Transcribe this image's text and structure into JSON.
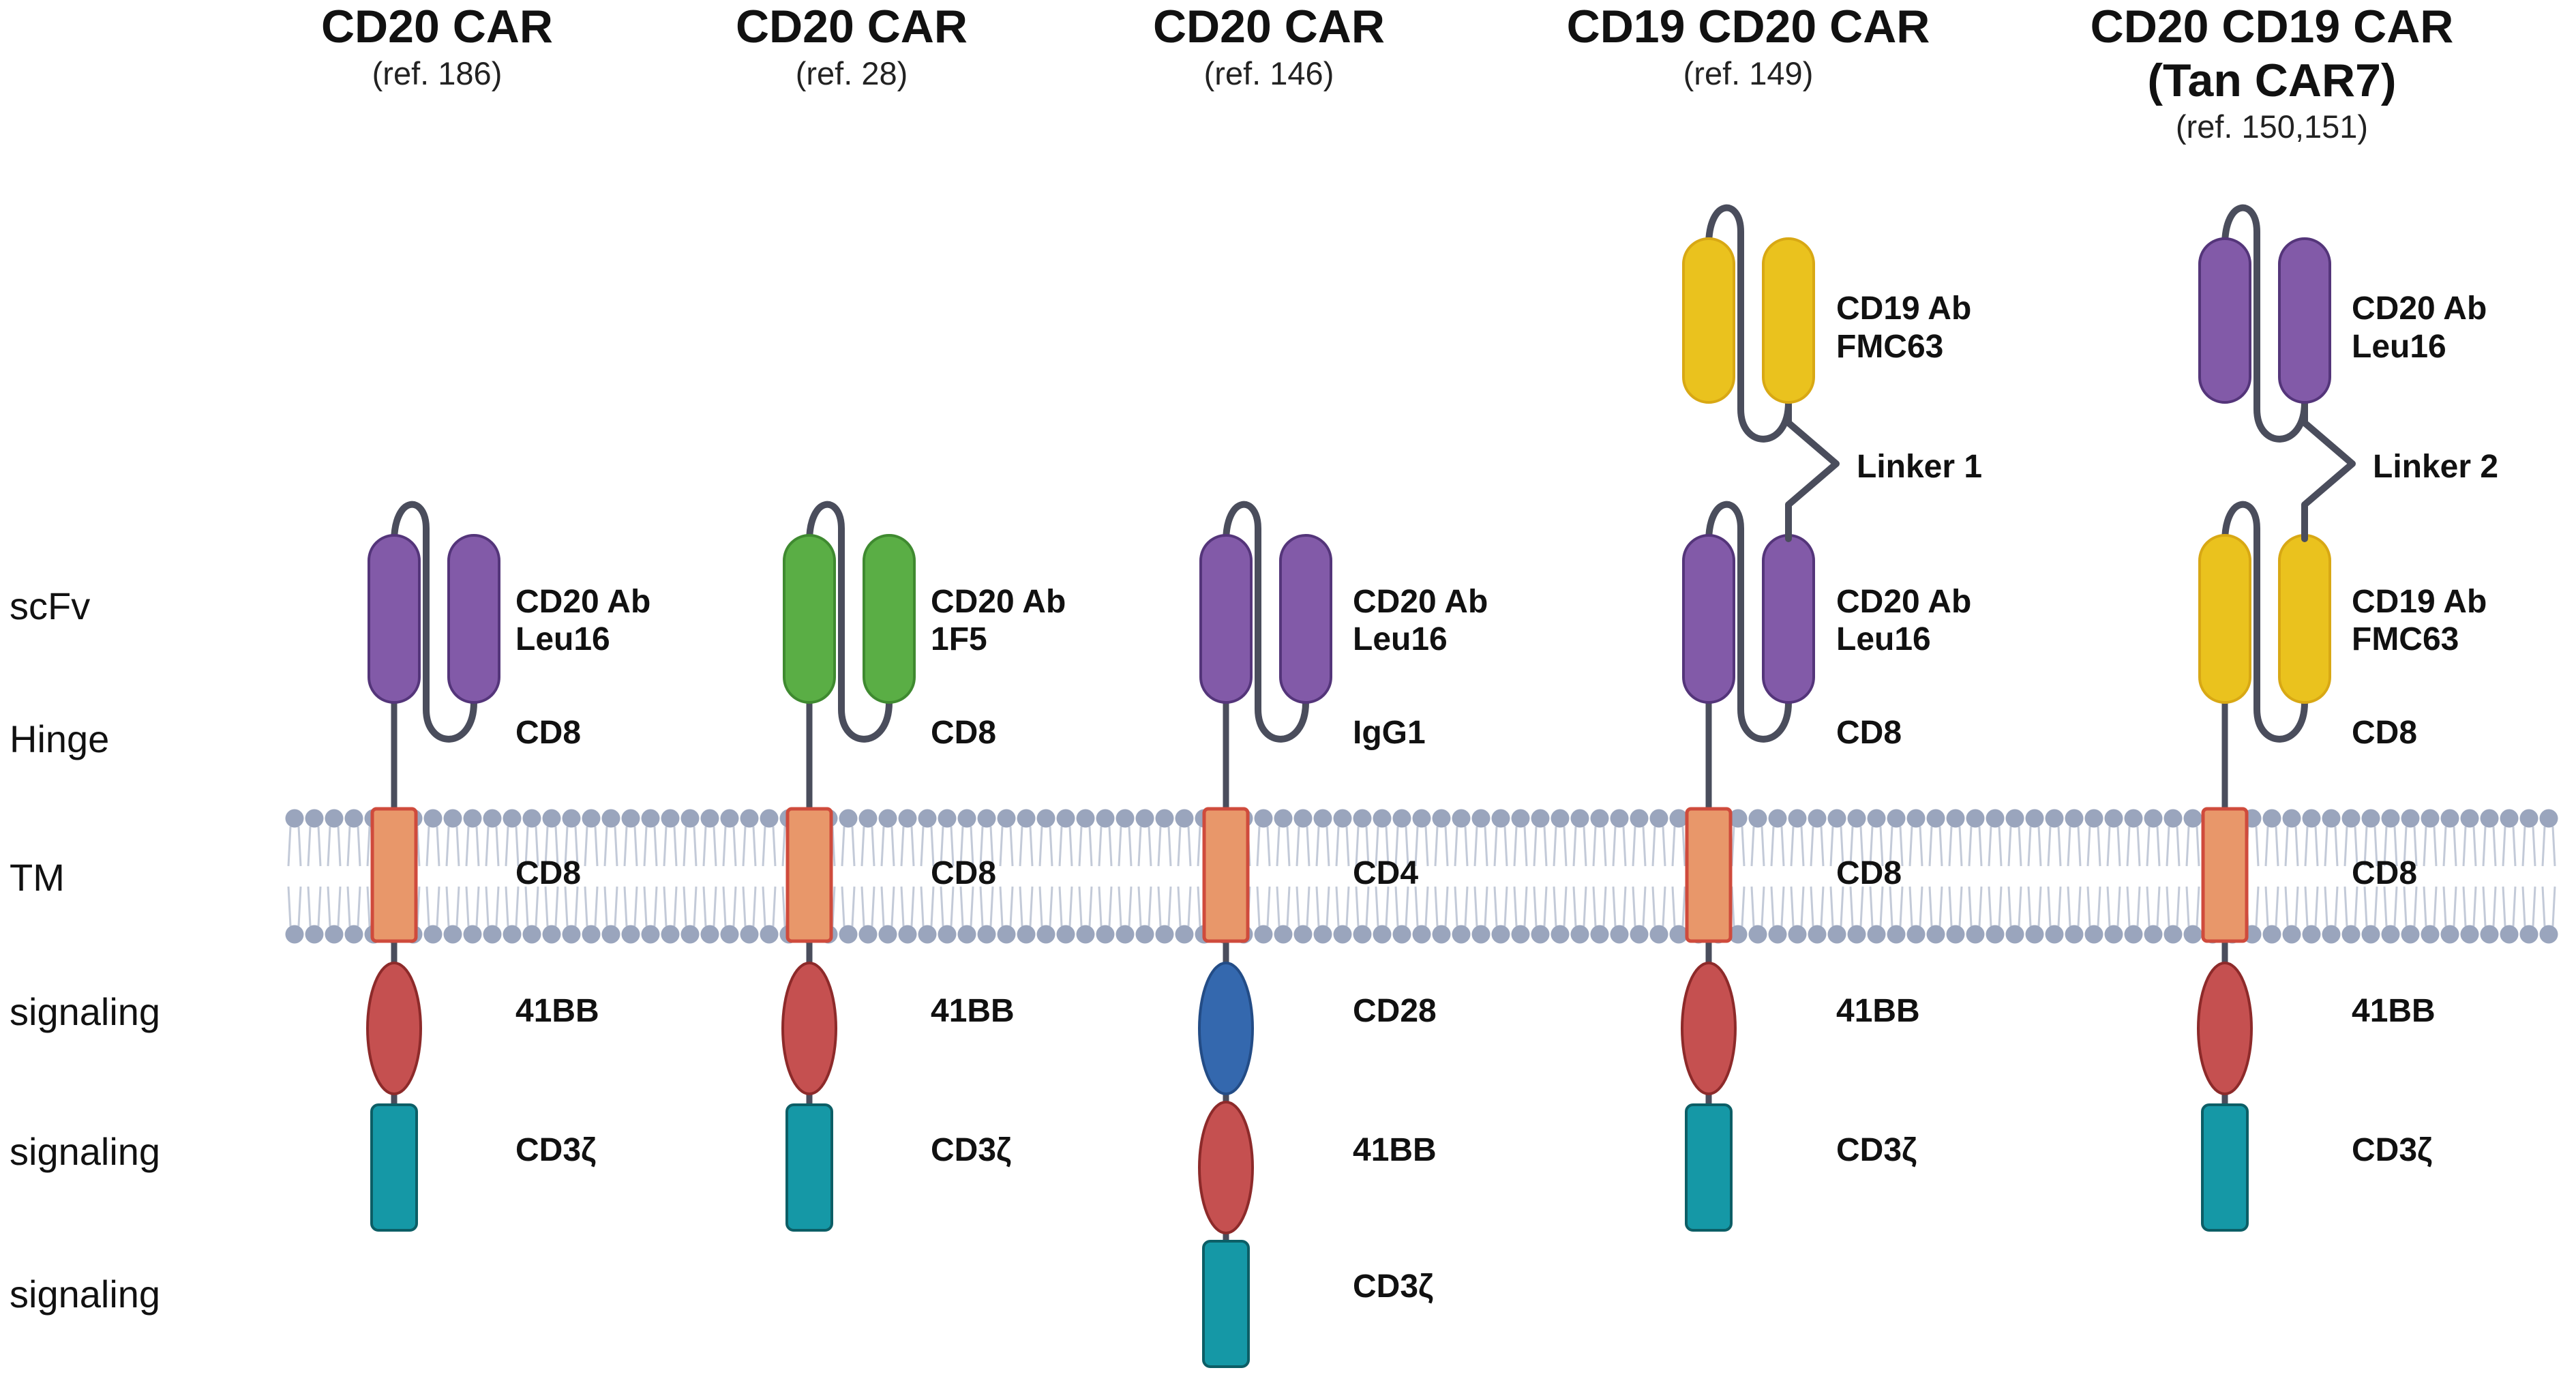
{
  "row_labels": {
    "scfv": "scFv",
    "hinge": "Hinge",
    "tm": "TM",
    "signaling_1": "signaling",
    "signaling_2": "signaling",
    "signaling_3": "signaling"
  },
  "colors": {
    "stalk": "#4a4d5c",
    "membrane": "#9aa5bd",
    "purple": "#825aa8",
    "purple_edge": "#54357a",
    "green": "#5aae45",
    "green_edge": "#3f8a30",
    "yellow": "#eac21e",
    "yellow_edge": "#d8a814",
    "tm_orange": "#e8976a",
    "tm_edge": "#cf4b3c",
    "bb41_red": "#c55050",
    "bb41_edge": "#8d2a2a",
    "cd28_blue": "#3468ae",
    "cd28_edge": "#234c86",
    "cd3z_teal": "#1598a6",
    "cd3z_edge": "#0c5e66"
  },
  "constructs": [
    {
      "title": "CD20 CAR",
      "ref": "(ref. 186)",
      "scfv_color": "purple",
      "scfv_label_1": "CD20 Ab",
      "scfv_label_2": "Leu16",
      "hinge": "CD8",
      "tm": "CD8",
      "signaling": [
        {
          "label": "41BB",
          "shape": "ellipse",
          "color": "bb41_red"
        },
        {
          "label": "CD3ζ",
          "shape": "rect",
          "color": "cd3z_teal"
        }
      ]
    },
    {
      "title": "CD20 CAR",
      "ref": "(ref. 28)",
      "scfv_color": "green",
      "scfv_label_1": "CD20 Ab",
      "scfv_label_2": "1F5",
      "hinge": "CD8",
      "tm": "CD8",
      "signaling": [
        {
          "label": "41BB",
          "shape": "ellipse",
          "color": "bb41_red"
        },
        {
          "label": "CD3ζ",
          "shape": "rect",
          "color": "cd3z_teal"
        }
      ]
    },
    {
      "title": "CD20 CAR",
      "ref": "(ref. 146)",
      "scfv_color": "purple",
      "scfv_label_1": "CD20 Ab",
      "scfv_label_2": "Leu16",
      "hinge": "IgG1",
      "tm": "CD4",
      "signaling": [
        {
          "label": "CD28",
          "shape": "ellipse",
          "color": "cd28_blue"
        },
        {
          "label": "41BB",
          "shape": "ellipse",
          "color": "bb41_red"
        },
        {
          "label": "CD3ζ",
          "shape": "rect",
          "color": "cd3z_teal"
        }
      ]
    },
    {
      "title": "CD19 CD20 CAR",
      "ref": "(ref. 149)",
      "scfv_color": "purple",
      "scfv_label_1": "CD20 Ab",
      "scfv_label_2": "Leu16",
      "top_scfv_color": "yellow",
      "top_label_1": "CD19 Ab",
      "top_label_2": "FMC63",
      "linker": "Linker 1",
      "hinge": "CD8",
      "tm": "CD8",
      "signaling": [
        {
          "label": "41BB",
          "shape": "ellipse",
          "color": "bb41_red"
        },
        {
          "label": "CD3ζ",
          "shape": "rect",
          "color": "cd3z_teal"
        }
      ]
    },
    {
      "title": "CD20 CD19 CAR",
      "title_line2": "(Tan CAR7)",
      "ref": "(ref. 150,151)",
      "scfv_color": "yellow",
      "scfv_label_1": "CD19 Ab",
      "scfv_label_2": "FMC63",
      "top_scfv_color": "purple",
      "top_label_1": "CD20 Ab",
      "top_label_2": "Leu16",
      "linker": "Linker 2",
      "hinge": "CD8",
      "tm": "CD8",
      "signaling": [
        {
          "label": "41BB",
          "shape": "ellipse",
          "color": "bb41_red"
        },
        {
          "label": "CD3ζ",
          "shape": "rect",
          "color": "cd3z_teal"
        }
      ]
    }
  ]
}
